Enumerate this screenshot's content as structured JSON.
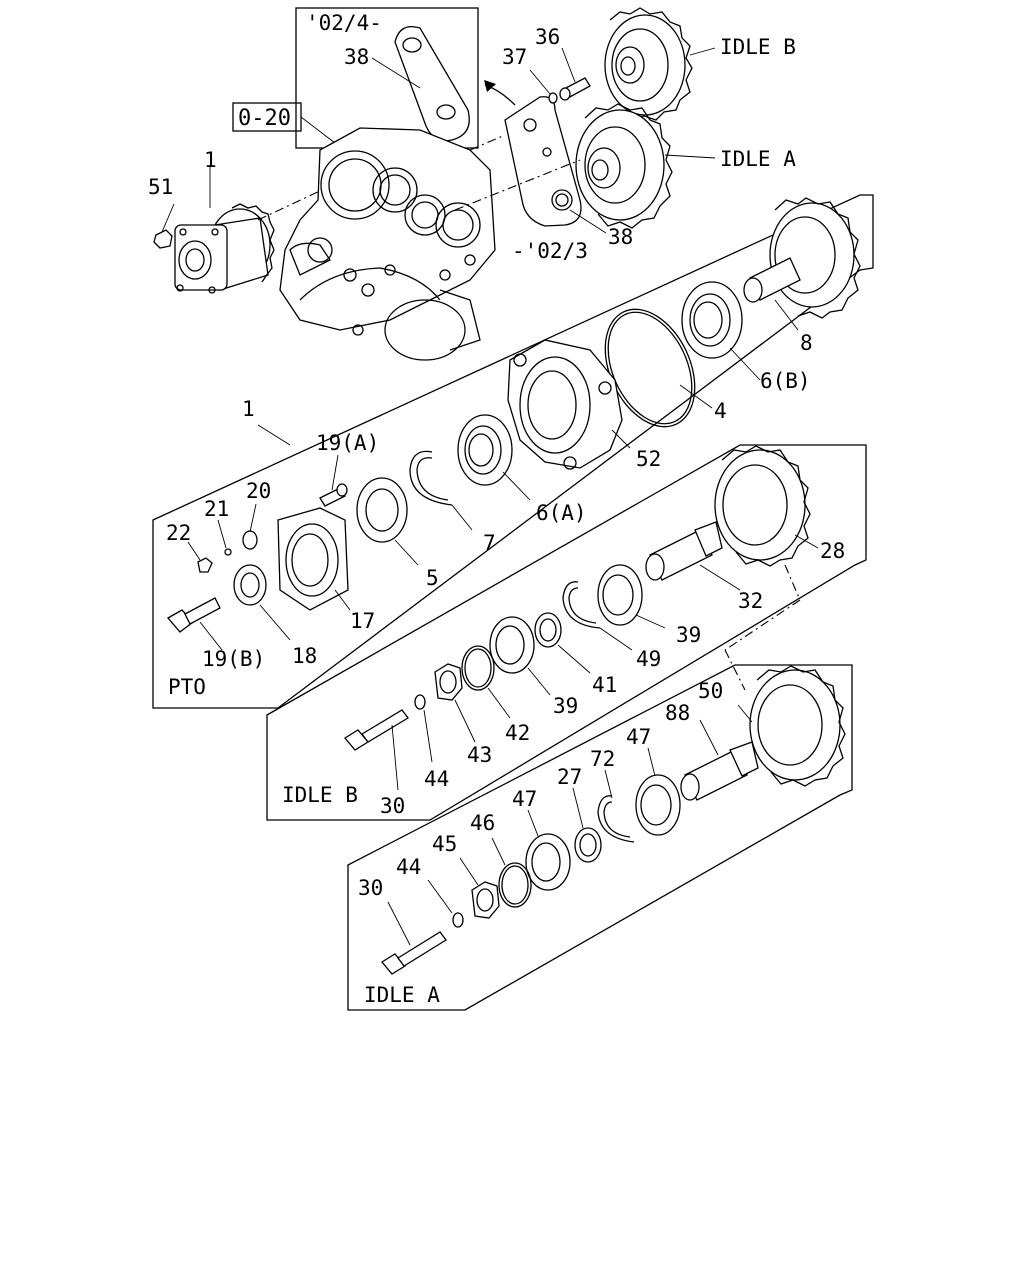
{
  "callouts": {
    "c51": "51",
    "c1a": "1",
    "c0_20": "0-20",
    "c02_4": "'02/4-",
    "c38a": "38",
    "c37": "37",
    "c36": "36",
    "idle_b": "IDLE B",
    "idle_a": "IDLE A",
    "c38b": "38",
    "c02_3": "-'02/3",
    "c8": "8",
    "c6b": "6(B)",
    "c4": "4",
    "c52": "52",
    "c1b": "1",
    "c19a": "19(A)",
    "c6a": "6(A)",
    "c20": "20",
    "c21": "21",
    "c22": "22",
    "c7": "7",
    "c5": "5",
    "c17": "17",
    "c18": "18",
    "c19b": "19(B)",
    "pto": "PTO",
    "c28": "28",
    "c32": "32",
    "c39a": "39",
    "c49": "49",
    "c41": "41",
    "c39b": "39",
    "c42": "42",
    "c43": "43",
    "c44a": "44",
    "c30a": "30",
    "idle_b_box": "IDLE B",
    "c50": "50",
    "c88": "88",
    "c47a": "47",
    "c72": "72",
    "c27": "27",
    "c47b": "47",
    "c46": "46",
    "c45": "45",
    "c44b": "44",
    "c30b": "30",
    "idle_a_box": "IDLE A"
  }
}
